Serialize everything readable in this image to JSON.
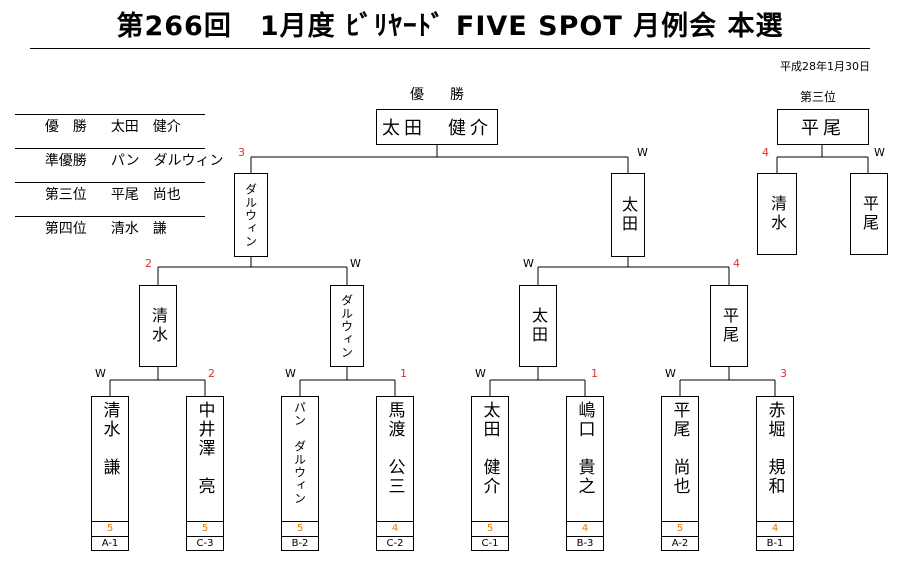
{
  "title": "第266回　1月度 ﾋﾞﾘﾔｰﾄﾞ FIVE SPOT 月例会 本選",
  "date": "平成28年1月30日",
  "results": [
    {
      "rank": "優　勝",
      "name": "太田　健介"
    },
    {
      "rank": "準優勝",
      "name": "パン　ダルウィン"
    },
    {
      "rank": "第三位",
      "name": "平尾　尚也"
    },
    {
      "rank": "第四位",
      "name": "清水　謙"
    }
  ],
  "final": {
    "heading": "優　勝",
    "winner": "太田　健介",
    "left_score": "3",
    "right_score": "W"
  },
  "third_place": {
    "heading": "第三位",
    "winner": "平尾",
    "left_score": "4",
    "right_score": "W",
    "left_player": "清水",
    "right_player": "平尾"
  },
  "semis": [
    {
      "winner": "ダルウィン",
      "left_score": "2",
      "right_score": "W"
    },
    {
      "winner": "太田",
      "left_score": "W",
      "right_score": "4"
    }
  ],
  "quarters": [
    {
      "winner": "清水",
      "left_score": "W",
      "right_score": "2"
    },
    {
      "winner": "ダルウィン",
      "left_score": "W",
      "right_score": "1"
    },
    {
      "winner": "太田",
      "left_score": "W",
      "right_score": "1"
    },
    {
      "winner": "平尾",
      "left_score": "W",
      "right_score": "3"
    }
  ],
  "players": [
    {
      "name": "清水　謙",
      "points": "5",
      "seed": "A-1"
    },
    {
      "name": "中井澤　亮",
      "points": "5",
      "seed": "C-3"
    },
    {
      "name": "パン　ダルウィン",
      "points": "5",
      "seed": "B-2"
    },
    {
      "name": "馬渡　公三",
      "points": "4",
      "seed": "C-2"
    },
    {
      "name": "太田　健介",
      "points": "5",
      "seed": "C-1"
    },
    {
      "name": "嶋口　貴之",
      "points": "4",
      "seed": "B-3"
    },
    {
      "name": "平尾　尚也",
      "points": "5",
      "seed": "A-2"
    },
    {
      "name": "赤堀　規和",
      "points": "4",
      "seed": "B-1"
    }
  ]
}
